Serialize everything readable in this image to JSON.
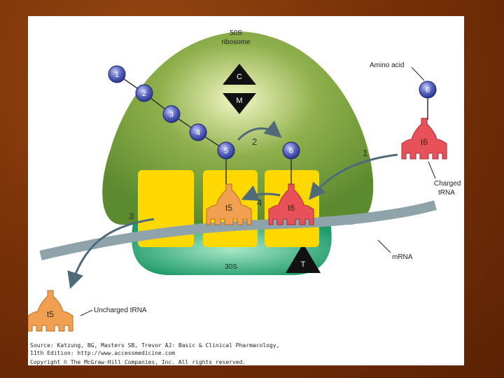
{
  "ribosome": {
    "large_subunit": "50S",
    "large_subunit_sub": "ribosome",
    "small_subunit": "30S",
    "site_c": "C",
    "site_m": "M",
    "site_t": "T"
  },
  "chain": [
    "1",
    "2",
    "3",
    "4",
    "5"
  ],
  "incoming_amino_acid": "6",
  "attached_amino_acid": "6",
  "trna": {
    "t5": "t5",
    "t6": "t6",
    "charged": "t6",
    "uncharged": "t5"
  },
  "labels": {
    "amino_acid": "Amino acid",
    "charged_trna_line1": "Charged",
    "charged_trna_line2": "tRNA",
    "mrna": "mRNA",
    "uncharged_trna": "Uncharged tRNA"
  },
  "steps": {
    "s1": "1",
    "s2": "2",
    "s3": "3",
    "s4": "4"
  },
  "source": {
    "line1": "Source: Katzung, BG, Masters SB, Trevor AJ: Basic & Clinical Pharmacology,",
    "line2": "11th Edition: http://www.accessmedicine.com",
    "line3": "Copyright © The McGraw-Hill Companies, Inc. All rights reserved."
  },
  "colors": {
    "ribosome_large": "#6f9a3c",
    "ribosome_small": "#2fa878",
    "site_box": "#ffd800",
    "trna_charged": "#e8515a",
    "trna_uncharged": "#f0a050",
    "amino_acid": "#3d4aa8",
    "mrna": "#8fa3aa"
  }
}
